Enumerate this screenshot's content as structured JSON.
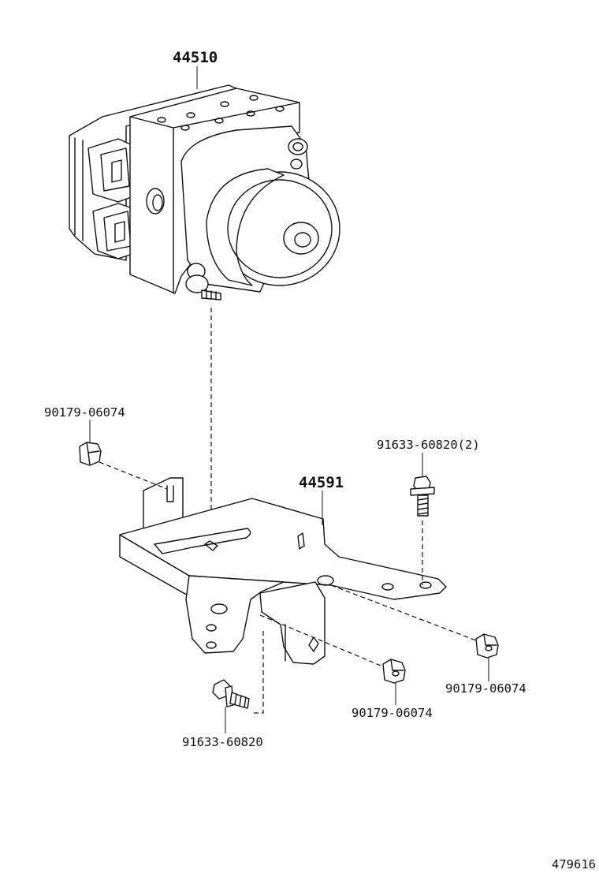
{
  "labels": {
    "actuator": "44510",
    "bracket": "44591",
    "nut_left": "90179-06074",
    "bolt_right": "91633-60820(2)",
    "nut_right": "90179-06074",
    "nut_middle": "90179-06074",
    "bolt_bottom": "91633-60820"
  },
  "diagram_id": "479616"
}
